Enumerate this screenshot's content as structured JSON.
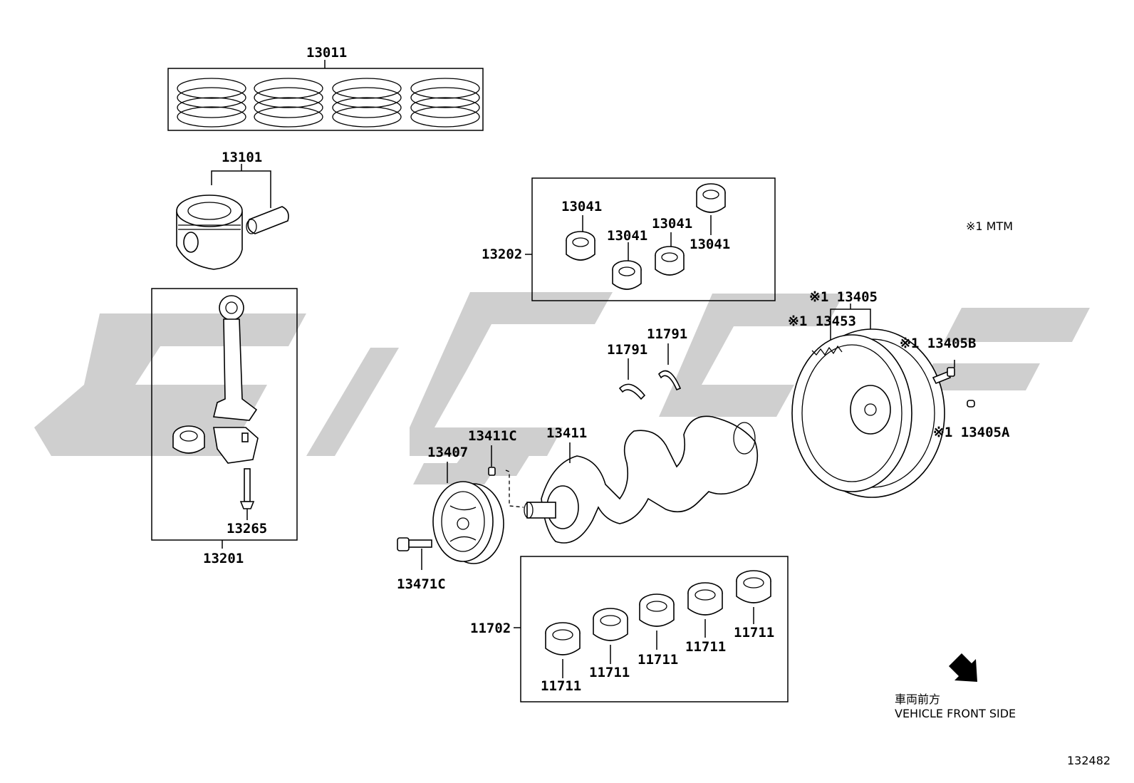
{
  "watermark": {
    "color": "#cccccc"
  },
  "notes": {
    "mtm": "※1 MTM",
    "front_jp": "車両前方",
    "front_en": "VEHICLE FRONT SIDE",
    "diagram_id": "132482"
  },
  "labels": {
    "p13011": "13011",
    "p13101": "13101",
    "p13201": "13201",
    "p13265": "13265",
    "p13202": "13202",
    "p13041_a": "13041",
    "p13041_b": "13041",
    "p13041_c": "13041",
    "p13041_d": "13041",
    "p13405": "※1 13405",
    "p13453": "※1 13453",
    "p13405b": "※1 13405B",
    "p13405a": "※1 13405A",
    "p11791_a": "11791",
    "p11791_b": "11791",
    "p13411c": "13411C",
    "p13411": "13411",
    "p13407": "13407",
    "p13471c": "13471C",
    "p11702": "11702",
    "p11711_a": "11711",
    "p11711_b": "11711",
    "p11711_c": "11711",
    "p11711_d": "11711",
    "p11711_e": "11711"
  }
}
